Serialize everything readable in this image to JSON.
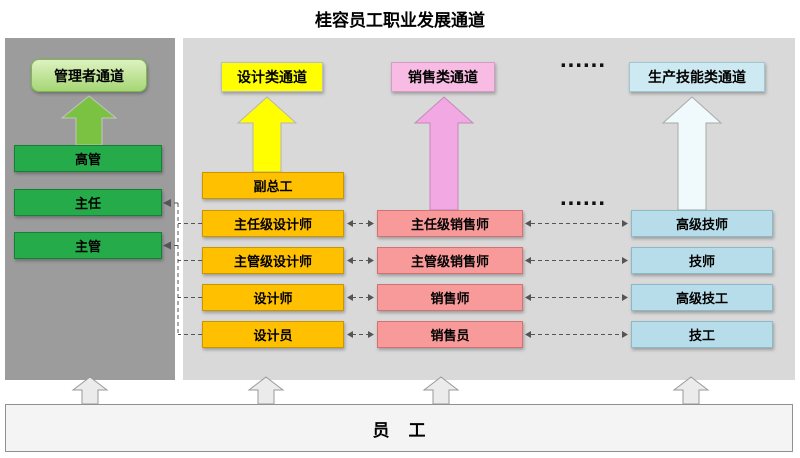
{
  "title": "桂容员工职业发展通道",
  "manager_channel": {
    "header": "管理者通道",
    "levels": [
      "高管",
      "主任",
      "主管"
    ]
  },
  "design_channel": {
    "header": "设计类通道",
    "levels": [
      "副总工",
      "主任级设计师",
      "主管级设计师",
      "设计师",
      "设计员"
    ]
  },
  "sales_channel": {
    "header": "销售类通道",
    "levels": [
      "主任级销售师",
      "主管级销售师",
      "销售师",
      "销售员"
    ]
  },
  "production_channel": {
    "header": "生产技能类通道",
    "levels": [
      "高级技师",
      "技师",
      "高级技工",
      "技工"
    ]
  },
  "ellipsis": {
    "top": "......",
    "mid": "......"
  },
  "employee_bar": {
    "label": "员    工"
  },
  "colors": {
    "left_panel": "#9c9c9c",
    "main_panel": "#d9d9d9",
    "manager_green": "#25ab4a",
    "design_yellow": "#ffff00",
    "design_orange": "#ffc000",
    "sales_pink_header": "#f8bce4",
    "sales_pink_box": "#f99a9a",
    "production_blue": "#b6dde9",
    "connector_gray": "#555555"
  }
}
